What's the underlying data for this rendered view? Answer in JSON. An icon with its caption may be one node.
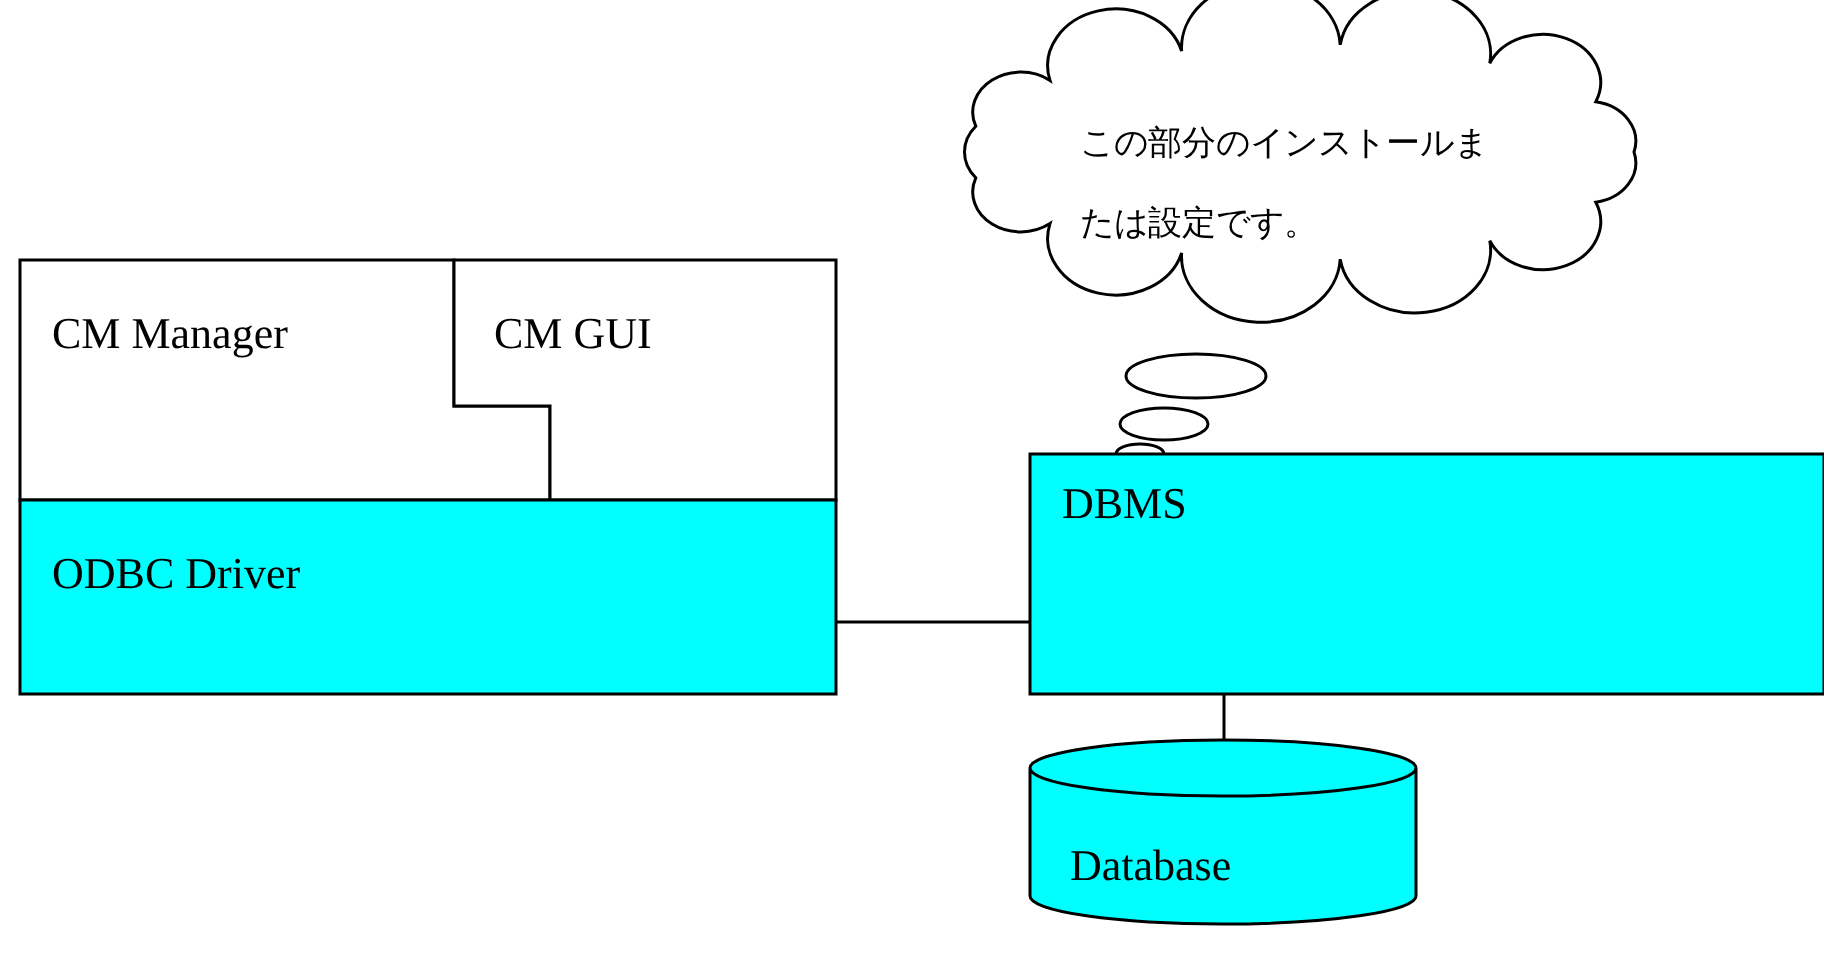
{
  "diagram": {
    "nodes": [
      {
        "text": [
          "CM Manager"
        ]
      },
      {
        "text": [
          "CM GUI"
        ]
      },
      {
        "text": [
          "ODBC Driver"
        ]
      },
      {
        "text": [
          "DBMS"
        ]
      },
      {
        "text": [
          "Database"
        ]
      },
      {
        "text": [
          "この部分のインストールまたは設定です。"
        ]
      }
    ],
    "edges": [
      {
        "from": 2,
        "to": 3,
        "arrow": "none"
      },
      {
        "from": 3,
        "to": 4,
        "arrow": "none"
      }
    ]
  }
}
